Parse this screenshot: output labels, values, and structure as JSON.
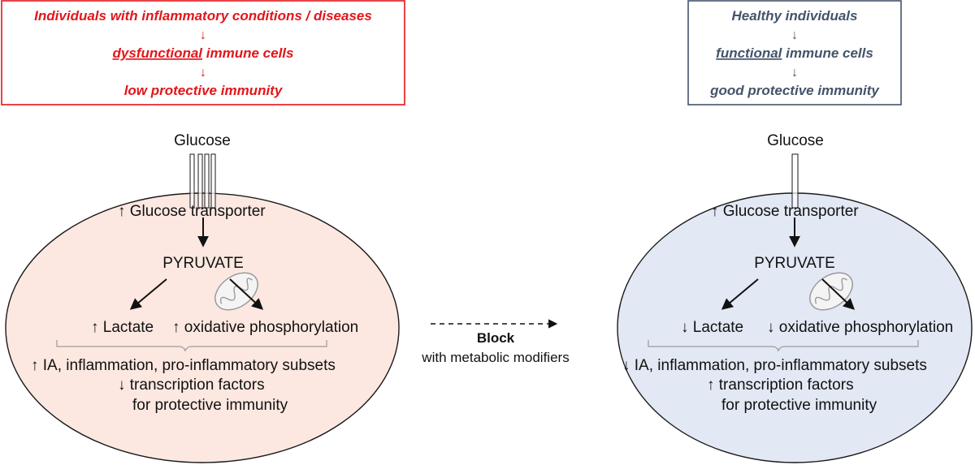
{
  "colors": {
    "left_accent": "#e3161b",
    "right_accent": "#44546a",
    "left_cell_fill": "#fce8e1",
    "right_cell_fill": "#e2e8f4",
    "cell_stroke": "#1a1a1a"
  },
  "left_panel": {
    "box_line1": "Individuals with inflammatory conditions / diseases",
    "arrow1": "↓",
    "box_line2_underlined": "dysfunctional",
    "box_line2_rest": " immune cells",
    "arrow2": "↓",
    "box_line3": "low protective immunity",
    "glucose": "Glucose",
    "transporter": "↑ Glucose transporter",
    "pyruvate": "PYRUVATE",
    "lactate": "↑ Lactate",
    "oxphos": "↑ oxidative phosphorylation",
    "outcome1": "↑ IA, inflammation, pro-inflammatory subsets",
    "outcome2": "↓ transcription factors",
    "outcome3": "for protective immunity"
  },
  "right_panel": {
    "box_line1": "Healthy individuals",
    "arrow1": "↓",
    "box_line2_underlined": "functional",
    "box_line2_rest": " immune cells",
    "arrow2": "↓",
    "box_line3": "good protective immunity",
    "glucose": "Glucose",
    "transporter": "↑ Glucose transporter",
    "pyruvate": "PYRUVATE",
    "lactate": "↓ Lactate",
    "oxphos": "↓ oxidative phosphorylation",
    "outcome1": "↓ IA, inflammation, pro-inflammatory subsets",
    "outcome2": "↑ transcription factors",
    "outcome3": "for protective immunity"
  },
  "middle": {
    "block": "Block",
    "modifiers": "with metabolic modifiers"
  }
}
